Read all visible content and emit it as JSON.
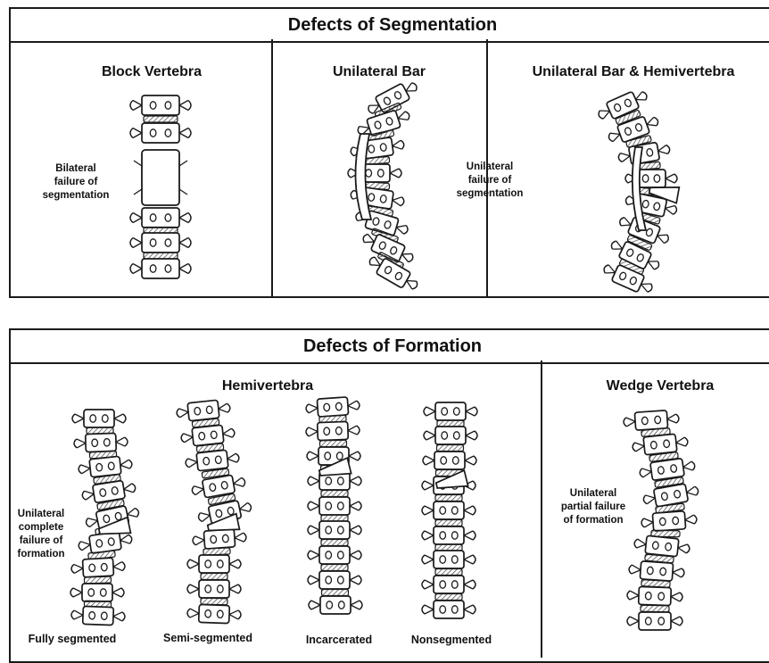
{
  "segmentation": {
    "title": "Defects of Segmentation",
    "block_vertebra": {
      "title": "Block Vertebra",
      "note": [
        "Bilateral",
        "failure of",
        "segmentation"
      ]
    },
    "unilateral_bar": {
      "title": "Unilateral Bar",
      "note": [
        "Unilateral",
        "failure of",
        "segmentation"
      ]
    },
    "unilateral_bar_hemivertebra": {
      "title": "Unilateral Bar & Hemivertebra"
    }
  },
  "formation": {
    "title": "Defects of Formation",
    "hemivertebra": {
      "title": "Hemivertebra",
      "note": [
        "Unilateral",
        "complete",
        "failure of",
        "formation"
      ],
      "captions": [
        "Fully segmented",
        "Semi-segmented",
        "Incarcerated",
        "Nonsegmented"
      ]
    },
    "wedge_vertebra": {
      "title": "Wedge Vertebra",
      "note": [
        "Unilateral",
        "partial failure",
        "of formation"
      ]
    }
  },
  "colors": {
    "ink": "#1a1a1a",
    "paper": "#ffffff",
    "hatch": "#555555"
  }
}
